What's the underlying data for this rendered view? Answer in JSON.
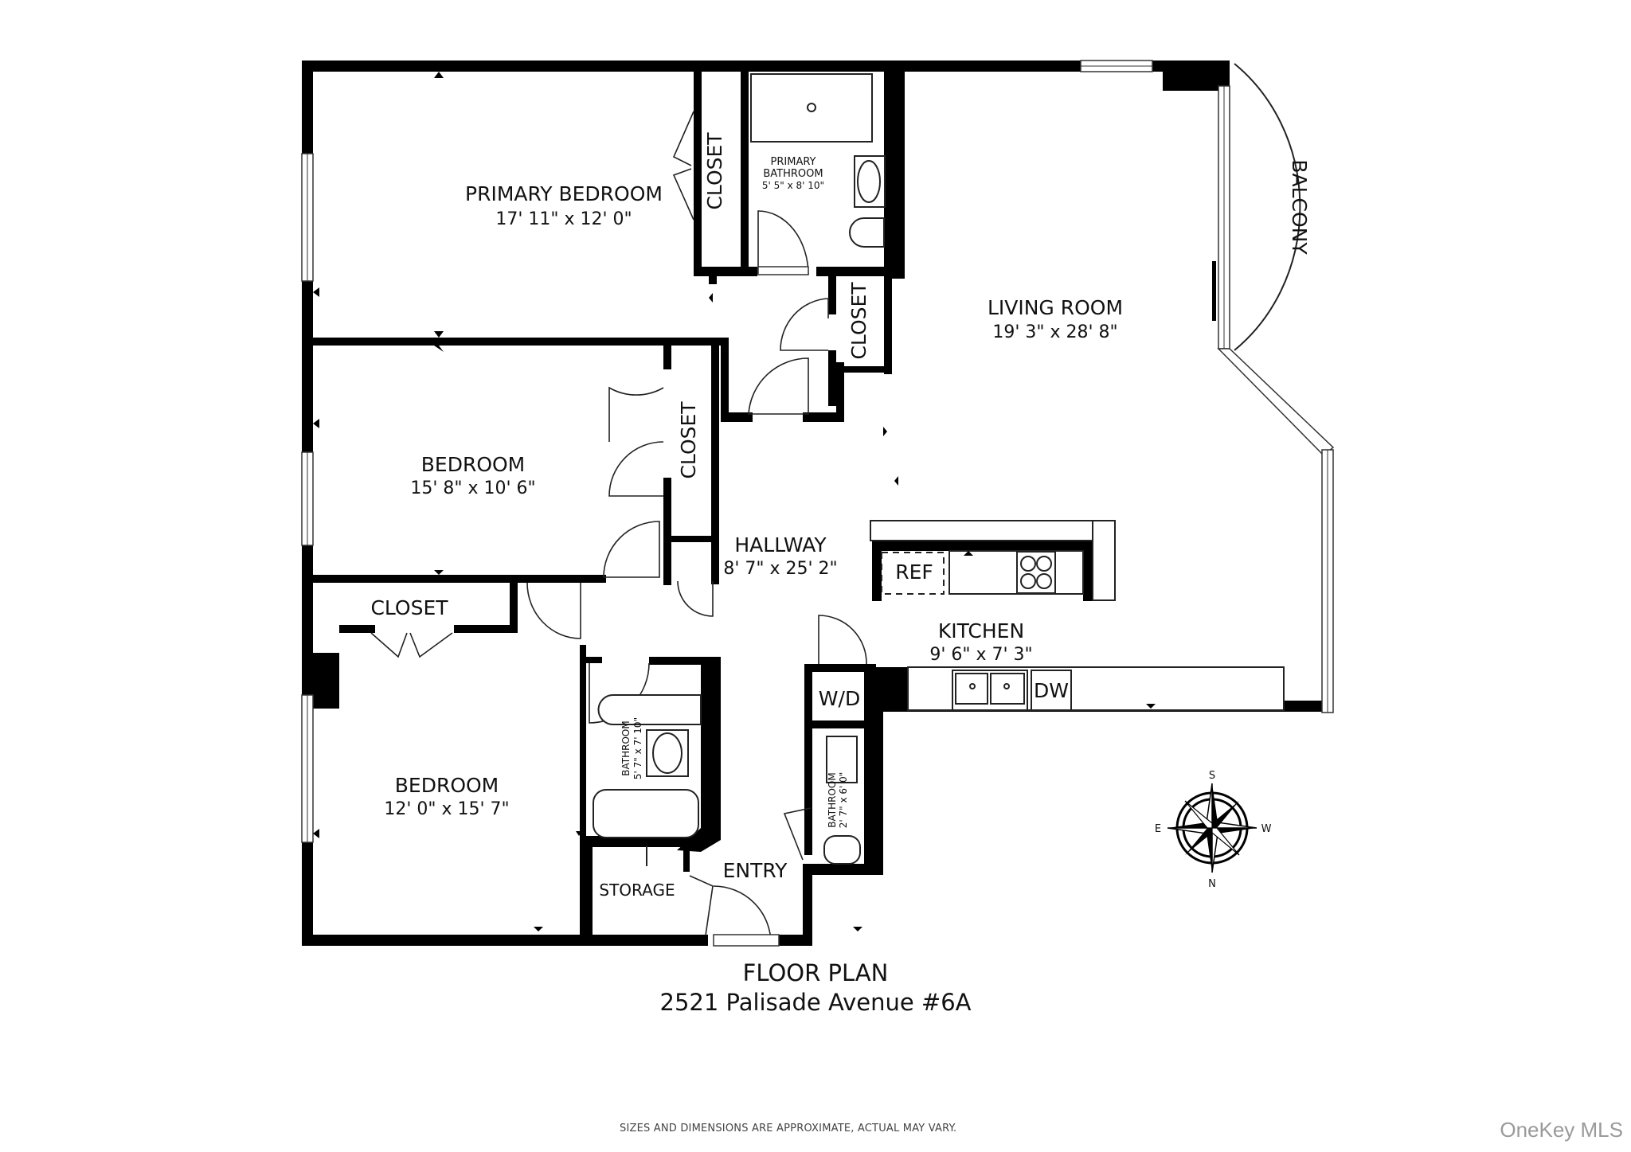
{
  "plan": {
    "title": "FLOOR PLAN",
    "address": "2521 Palisade Avenue #6A",
    "disclaimer": "SIZES AND DIMENSIONS ARE APPROXIMATE, ACTUAL MAY VARY.",
    "watermark": "OneKey MLS"
  },
  "rooms": {
    "primary_bedroom": {
      "name": "PRIMARY BEDROOM",
      "dims": "17' 11\" x 12' 0\""
    },
    "primary_bathroom": {
      "name_line1": "PRIMARY",
      "name_line2": "BATHROOM",
      "dims": "5' 5\" x 8' 10\""
    },
    "living_room": {
      "name": "LIVING ROOM",
      "dims": "19' 3\" x 28' 8\""
    },
    "balcony": {
      "name": "BALCONY"
    },
    "bedroom_2": {
      "name": "BEDROOM",
      "dims": "15' 8\" x 10' 6\""
    },
    "hallway": {
      "name": "HALLWAY",
      "dims": "8' 7\" x 25' 2\""
    },
    "kitchen": {
      "name": "KITCHEN",
      "dims": "9' 6\" x 7' 3\""
    },
    "bedroom_3": {
      "name": "BEDROOM",
      "dims": "12' 0\" x 15' 7\""
    },
    "bathroom_2": {
      "name": "BATHROOM",
      "dims": "5' 7\" x 7' 10\""
    },
    "bathroom_3": {
      "name": "BATHROOM",
      "dims": "2' 7\" x 6' 0\""
    },
    "storage": {
      "name": "STORAGE"
    },
    "entry": {
      "name": "ENTRY"
    }
  },
  "closets": {
    "primary_closet": "CLOSET",
    "hall_closet": "CLOSET",
    "bedroom2_closet": "CLOSET",
    "bedroom3_closet": "CLOSET"
  },
  "fixtures": {
    "refrigerator": "REF",
    "dishwasher": "DW",
    "washer_dryer": "W/D"
  },
  "compass": {
    "north": "N",
    "south": "S",
    "east": "E",
    "west": "W"
  }
}
